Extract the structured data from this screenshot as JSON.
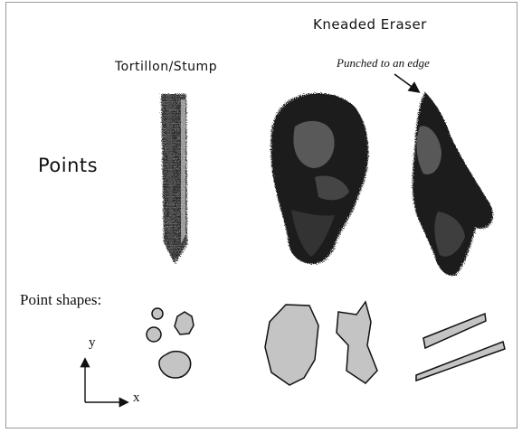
{
  "labels": {
    "kneaded_eraser": "Kneaded Eraser",
    "tortillon_stump": "Tortillon/Stump",
    "punched_note": "Punched to an edge",
    "points": "Points",
    "point_shapes": "Point shapes:",
    "axis_y": "y",
    "axis_x": "x"
  },
  "colors": {
    "shape_fill": "#c4c4c4",
    "ink": "#111111",
    "frame": "#9a9a9a"
  }
}
